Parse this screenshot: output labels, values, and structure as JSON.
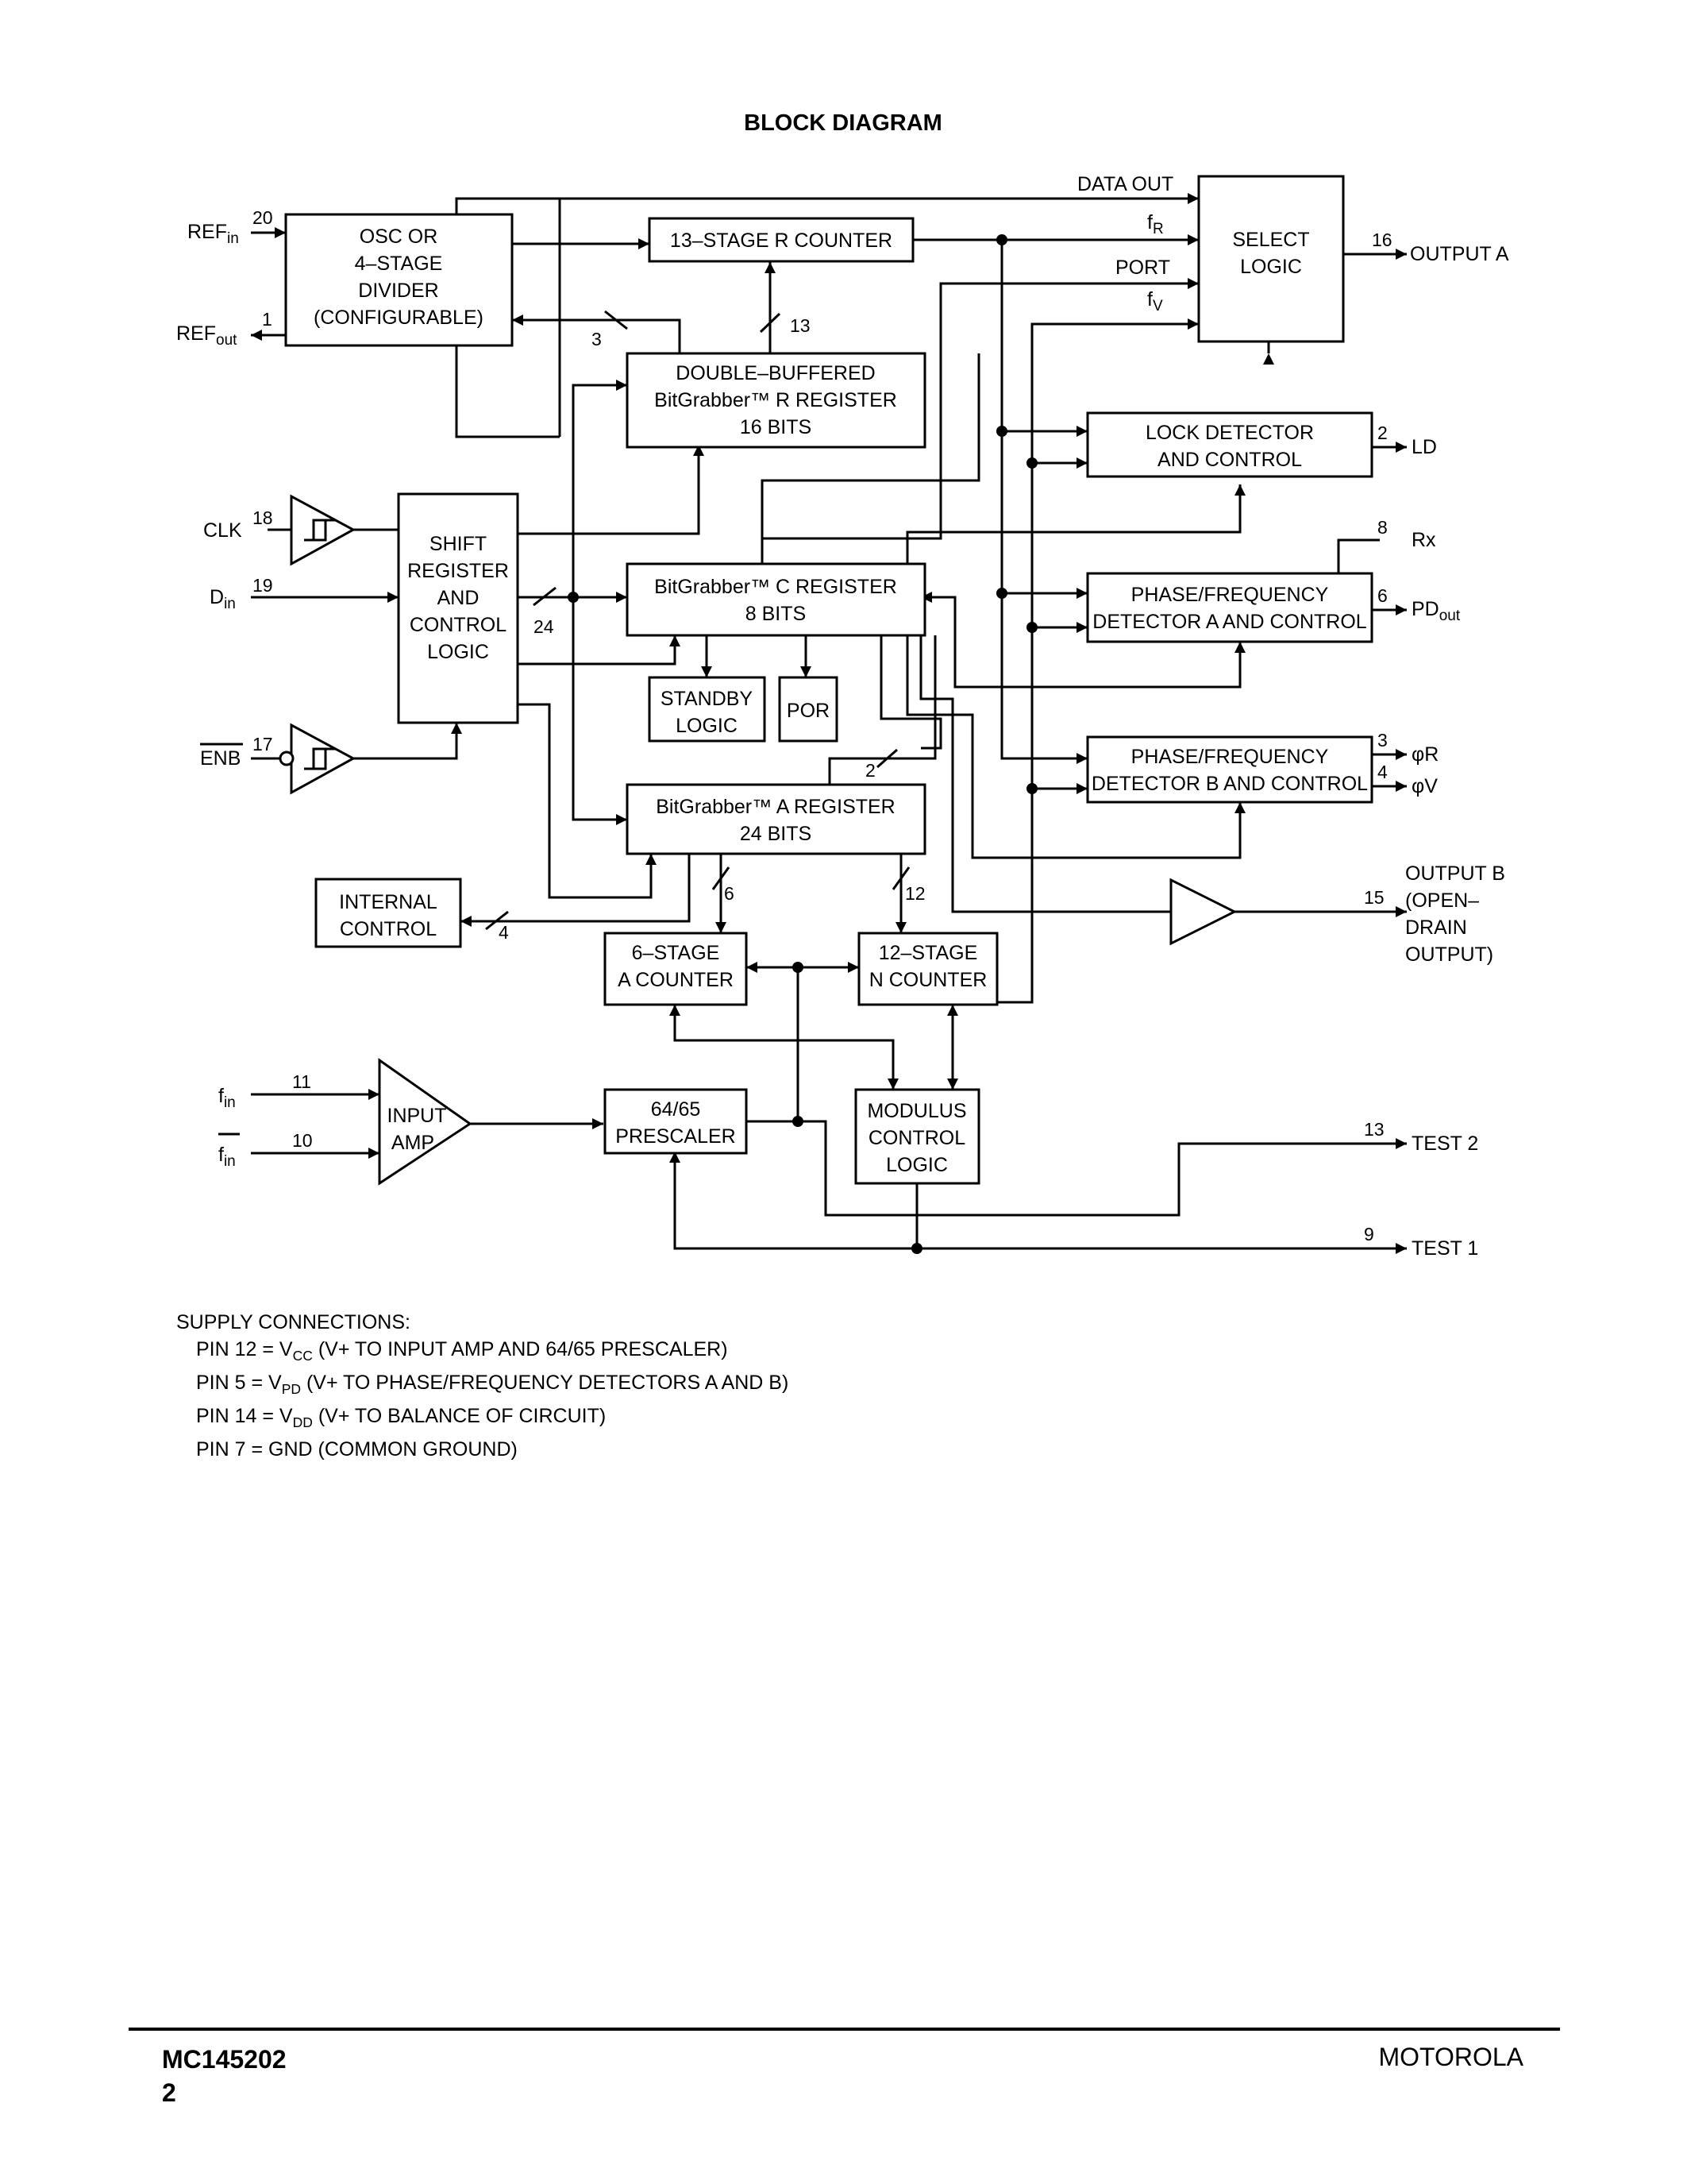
{
  "title": "BLOCK DIAGRAM",
  "blocks": {
    "osc": [
      "OSC OR",
      "4–STAGE",
      "DIVIDER",
      "(CONFIGURABLE)"
    ],
    "r_counter": [
      "13–STAGE R COUNTER"
    ],
    "select": [
      "SELECT",
      "LOGIC"
    ],
    "r_register": [
      "DOUBLE–BUFFERED",
      "BitGrabber™ R REGISTER",
      "16 BITS"
    ],
    "shift": [
      "SHIFT",
      "REGISTER",
      "AND",
      "CONTROL",
      "LOGIC"
    ],
    "c_register": [
      "BitGrabber™ C REGISTER",
      "8 BITS"
    ],
    "standby": [
      "STANDBY",
      "LOGIC"
    ],
    "por": [
      "POR"
    ],
    "a_register": [
      "BitGrabber™ A REGISTER",
      "24 BITS"
    ],
    "internal": [
      "INTERNAL",
      "CONTROL"
    ],
    "a_counter": [
      "6–STAGE",
      "A COUNTER"
    ],
    "n_counter": [
      "12–STAGE",
      "N COUNTER"
    ],
    "prescaler": [
      "64/65",
      "PRESCALER"
    ],
    "modulus": [
      "MODULUS",
      "CONTROL",
      "LOGIC"
    ],
    "input_amp": [
      "INPUT",
      "AMP"
    ],
    "lock": [
      "LOCK DETECTOR",
      "AND CONTROL"
    ],
    "pfd_a": [
      "PHASE/FREQUENCY",
      "DETECTOR A AND CONTROL"
    ],
    "pfd_b": [
      "PHASE/FREQUENCY",
      "DETECTOR B AND CONTROL"
    ]
  },
  "signals": {
    "ref_in": "REF",
    "ref_in_sub": "in",
    "ref_out": "REF",
    "ref_out_sub": "out",
    "clk": "CLK",
    "d_in": "D",
    "d_in_sub": "in",
    "enb": "ENB",
    "f_in": "f",
    "f_in_sub": "in",
    "f_in_bar": "f",
    "f_in_bar_sub": "in",
    "data_out": "DATA OUT",
    "f_r": "f",
    "f_r_sub": "R",
    "port": "PORT",
    "f_v": "f",
    "f_v_sub": "V",
    "output_a": "OUTPUT A",
    "ld": "LD",
    "rx": "Rx",
    "pd_out": "PD",
    "pd_out_sub": "out",
    "phi_r": "φR",
    "phi_v": "φV",
    "output_b": [
      "OUTPUT B",
      "(OPEN–",
      "DRAIN",
      "OUTPUT)"
    ],
    "test2": "TEST 2",
    "test1": "TEST 1"
  },
  "pins": {
    "ref_in": "20",
    "ref_out": "1",
    "clk": "18",
    "d_in": "19",
    "enb": "17",
    "f_in": "11",
    "f_in_bar": "10",
    "output_a": "16",
    "ld": "2",
    "rx": "8",
    "pd_out": "6",
    "phi_r": "3",
    "phi_v": "4",
    "output_b": "15",
    "test2": "13",
    "test1": "9"
  },
  "bus_widths": {
    "osc": "3",
    "r_counter": "13",
    "shift": "24",
    "a_reg_out": "2",
    "internal": "4",
    "a_counter": "6",
    "n_counter": "12"
  },
  "supply": {
    "heading": "SUPPLY CONNECTIONS:",
    "lines": [
      {
        "pre": "PIN 12 = V",
        "sub": "CC",
        "post": " (V+ TO INPUT AMP AND 64/65 PRESCALER)"
      },
      {
        "pre": "PIN 5 = V",
        "sub": "PD",
        "post": " (V+ TO PHASE/FREQUENCY DETECTORS A AND B)"
      },
      {
        "pre": "PIN 14 = V",
        "sub": "DD",
        "post": " (V+ TO BALANCE OF CIRCUIT)"
      },
      {
        "pre": "PIN 7 = GND (COMMON GROUND)",
        "sub": "",
        "post": ""
      }
    ]
  },
  "footer": {
    "part": "MC145202",
    "page": "2",
    "brand": "MOTOROLA"
  }
}
